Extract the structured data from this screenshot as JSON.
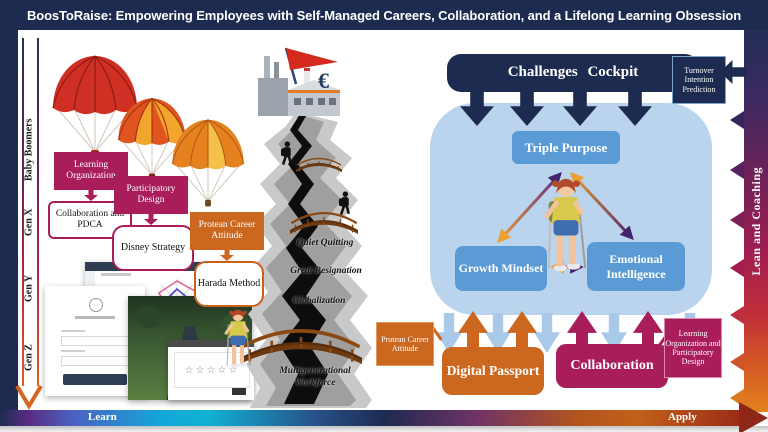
{
  "title": "BoosToRaise: Empowering Employees with Self-Managed Careers, Collaboration, and a Lifelong Learning Obsession",
  "axes": {
    "generations": [
      "Baby Boomers",
      "Gen X",
      "Gen Y",
      "Gen Z"
    ],
    "right_label": "Lean and Coaching",
    "bottom_left_label": "Learn",
    "bottom_right_label": "Apply"
  },
  "left_flow": {
    "learning_organization": "Learning Organization",
    "collaboration_pdca": "Collaboration and PDCA",
    "participatory_design": "Participatory Design",
    "disney_strategy": "Disney Strategy",
    "protean_career_attitude": "Protean Career Attitude",
    "harada_method": "Harada Method"
  },
  "chasm": {
    "euro": "€",
    "labels": [
      "Quiet Quitting",
      "Great Resignation",
      "Globalization",
      "Multigenerational Workforce"
    ]
  },
  "cockpit": {
    "title": "Challenges Cockpit",
    "turnover_box": "Turnover Intention Prediction",
    "triple_purpose": "Triple Purpose",
    "growth_mindset": "Growth Mindset",
    "emotional_intelligence": "Emotional Intelligence"
  },
  "bottom_flow": {
    "digital_passport": "Digital Passport",
    "collaboration": "Collaboration",
    "protean_career_attitude": "Protean Career Attitude",
    "learning_participatory": "Learning Organization and Participatory Design"
  },
  "screens": {
    "rating_stars": "☆☆☆☆☆"
  },
  "colors": {
    "navy": "#1d2b50",
    "magenta": "#a81d5a",
    "orange": "#cc671f",
    "panel_blue": "#b9d4ec",
    "node_blue": "#5b9bd5",
    "light_arrow_blue": "#a8c9e8",
    "gradient_purple": "#5a2a8c",
    "gradient_gold": "#f0a030"
  }
}
